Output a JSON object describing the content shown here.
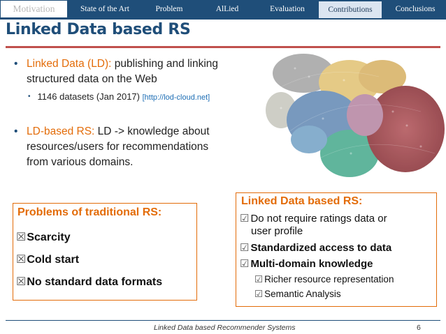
{
  "nav": {
    "tabs": [
      {
        "label": "Motivation"
      },
      {
        "label": "State of the Art"
      },
      {
        "label": "Problem"
      },
      {
        "label": "AlLied"
      },
      {
        "label": "Evaluation"
      },
      {
        "label": "Contributions"
      },
      {
        "label": "Conclusions"
      }
    ],
    "active_color": "#1f4e79"
  },
  "slide": {
    "title": "Linked Data based RS",
    "bullets": [
      {
        "highlight": "Linked Data (LD):",
        "text_line1": "publishing and linking",
        "text_line2": "structured data on the Web"
      },
      {
        "highlight": "LD-based RS:",
        "text_line1": "LD -> knowledge about",
        "text_line2": "resources/users for recommendations",
        "text_line3": "from various domains."
      }
    ],
    "sub_bullet": {
      "text": "1146 datasets (Jan 2017)",
      "link": "[http://lod-cloud.net]"
    }
  },
  "problems_box": {
    "heading": "Problems of traditional RS:",
    "items": [
      "Scarcity",
      "Cold start",
      "No standard data formats"
    ],
    "mark": "☒"
  },
  "benefits_box": {
    "heading": "Linked Data based RS:",
    "item1_line1": "Do not require ratings data or",
    "item1_line2": "user profile",
    "item2": "Standardized access to data",
    "item3": "Multi-domain knowledge",
    "subitems": [
      "Richer resource representation",
      "Semantic Analysis"
    ],
    "mark": "☑"
  },
  "footer": {
    "text": "Linked Data based Recommender Systems",
    "page": "6"
  },
  "colors": {
    "accent": "#e36c09",
    "brand": "#1f4e79",
    "rule": "#c0504d"
  }
}
